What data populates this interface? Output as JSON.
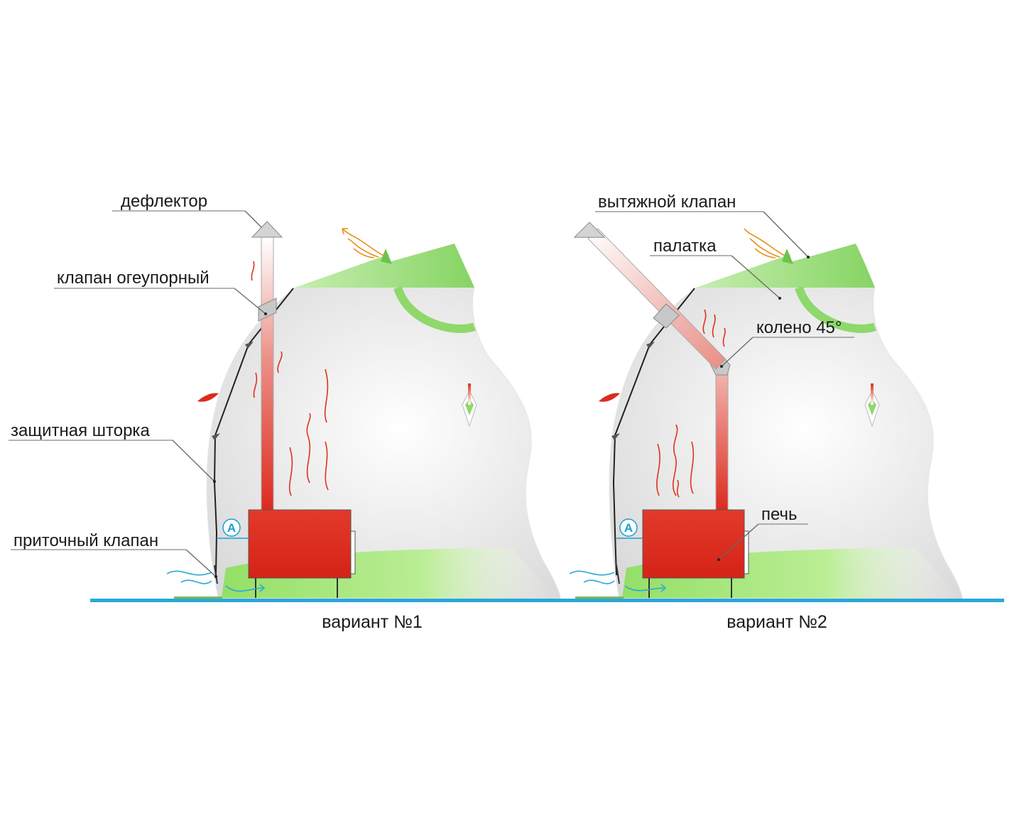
{
  "labels": {
    "deflector": "дефлектор",
    "fire_valve": "клапан огеупорный",
    "protective_curtain": "защитная шторка",
    "supply_valve": "приточный клапан",
    "exhaust_valve": "вытяжной клапан",
    "tent": "палатка",
    "elbow": "колено 45°",
    "stove": "печь"
  },
  "dimension_marker": "A",
  "captions": {
    "variant1": "вариант №1",
    "variant2": "вариант №2"
  },
  "colors": {
    "stove": "#dc2a1e",
    "tent_green": "#8ad86a",
    "ground_line": "#2aa8d8",
    "heat_arrow": "#e0301e",
    "warm_arrow": "#e8901a"
  }
}
